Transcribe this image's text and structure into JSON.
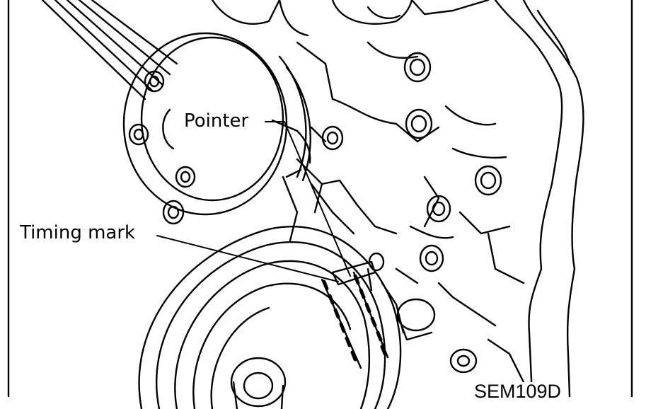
{
  "labels": {
    "pointer": "Pointer",
    "timing_mark": "Timing mark",
    "figure_code": "SEM109D"
  },
  "colors": {
    "line": "#000000",
    "background": "#ffffff"
  }
}
